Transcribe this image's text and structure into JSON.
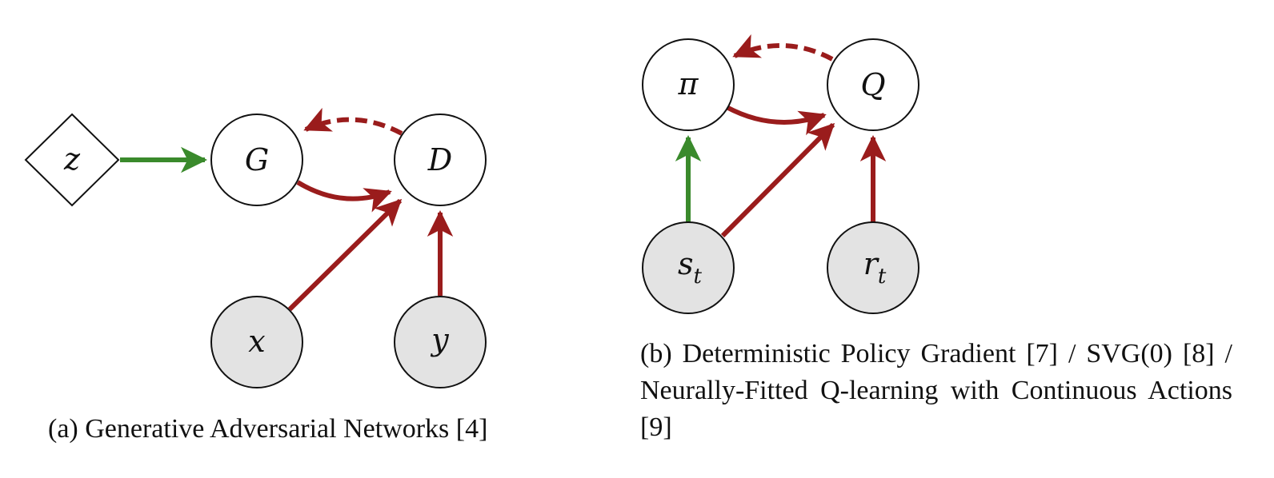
{
  "colors": {
    "causal_edge": "#3a8a2c",
    "gradient_edge": "#9a1c1c",
    "observed_node_fill": "#e3e3e3",
    "node_stroke": "#111111"
  },
  "panel_a": {
    "nodes": {
      "z": "z",
      "G": "G",
      "D": "D",
      "x": "x",
      "y": "y"
    },
    "caption": "(a) Generative Adversarial Networks [4]"
  },
  "panel_b": {
    "nodes": {
      "pi": "π",
      "Q": "Q",
      "s_base": "s",
      "s_sub": "t",
      "r_base": "r",
      "r_sub": "t"
    },
    "caption": "(b) Deterministic Policy Gradient [7] / SVG(0) [8] / Neurally-Fitted Q-learning with Continuous Actions [9]"
  }
}
